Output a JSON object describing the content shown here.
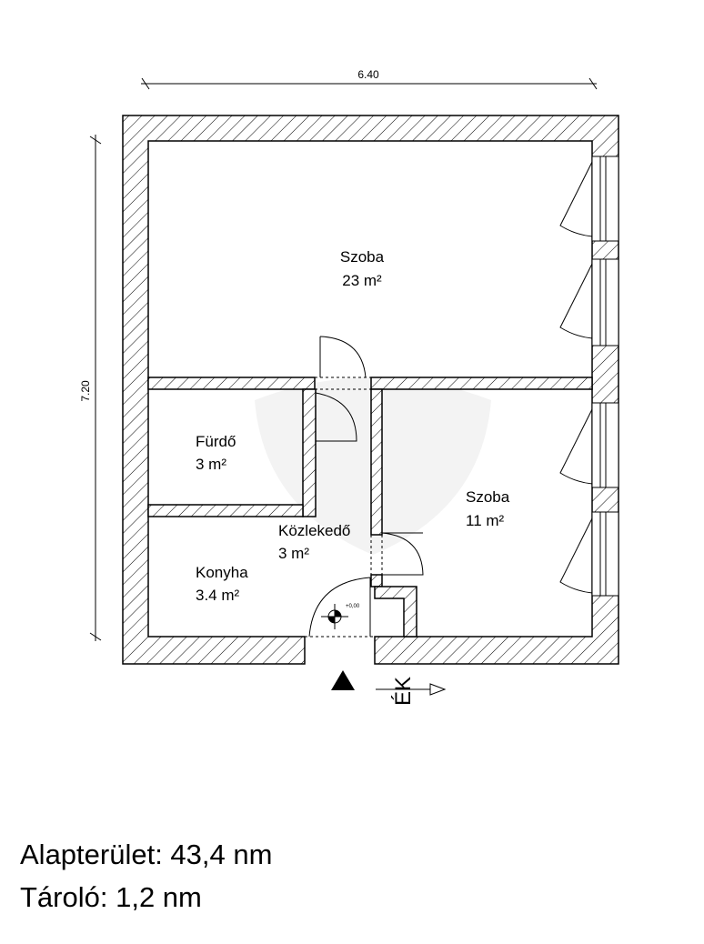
{
  "dimensions": {
    "width": "6.40",
    "height": "7.20"
  },
  "rooms": [
    {
      "name": "Szoba",
      "area": "23 m²"
    },
    {
      "name": "Fürdő",
      "area": "3 m²"
    },
    {
      "name": "Szoba",
      "area": "11 m²"
    },
    {
      "name": "Közlekedő",
      "area": "3 m²"
    },
    {
      "name": "Konyha",
      "area": "3.4 m²"
    }
  ],
  "level_marker": "+0,00",
  "compass": "ÉK",
  "footer": {
    "area": "Alapterület: 43,4 nm",
    "storage": "Tároló: 1,2 nm"
  },
  "colors": {
    "line": "#000000",
    "watermark": "#f2f2f2"
  }
}
